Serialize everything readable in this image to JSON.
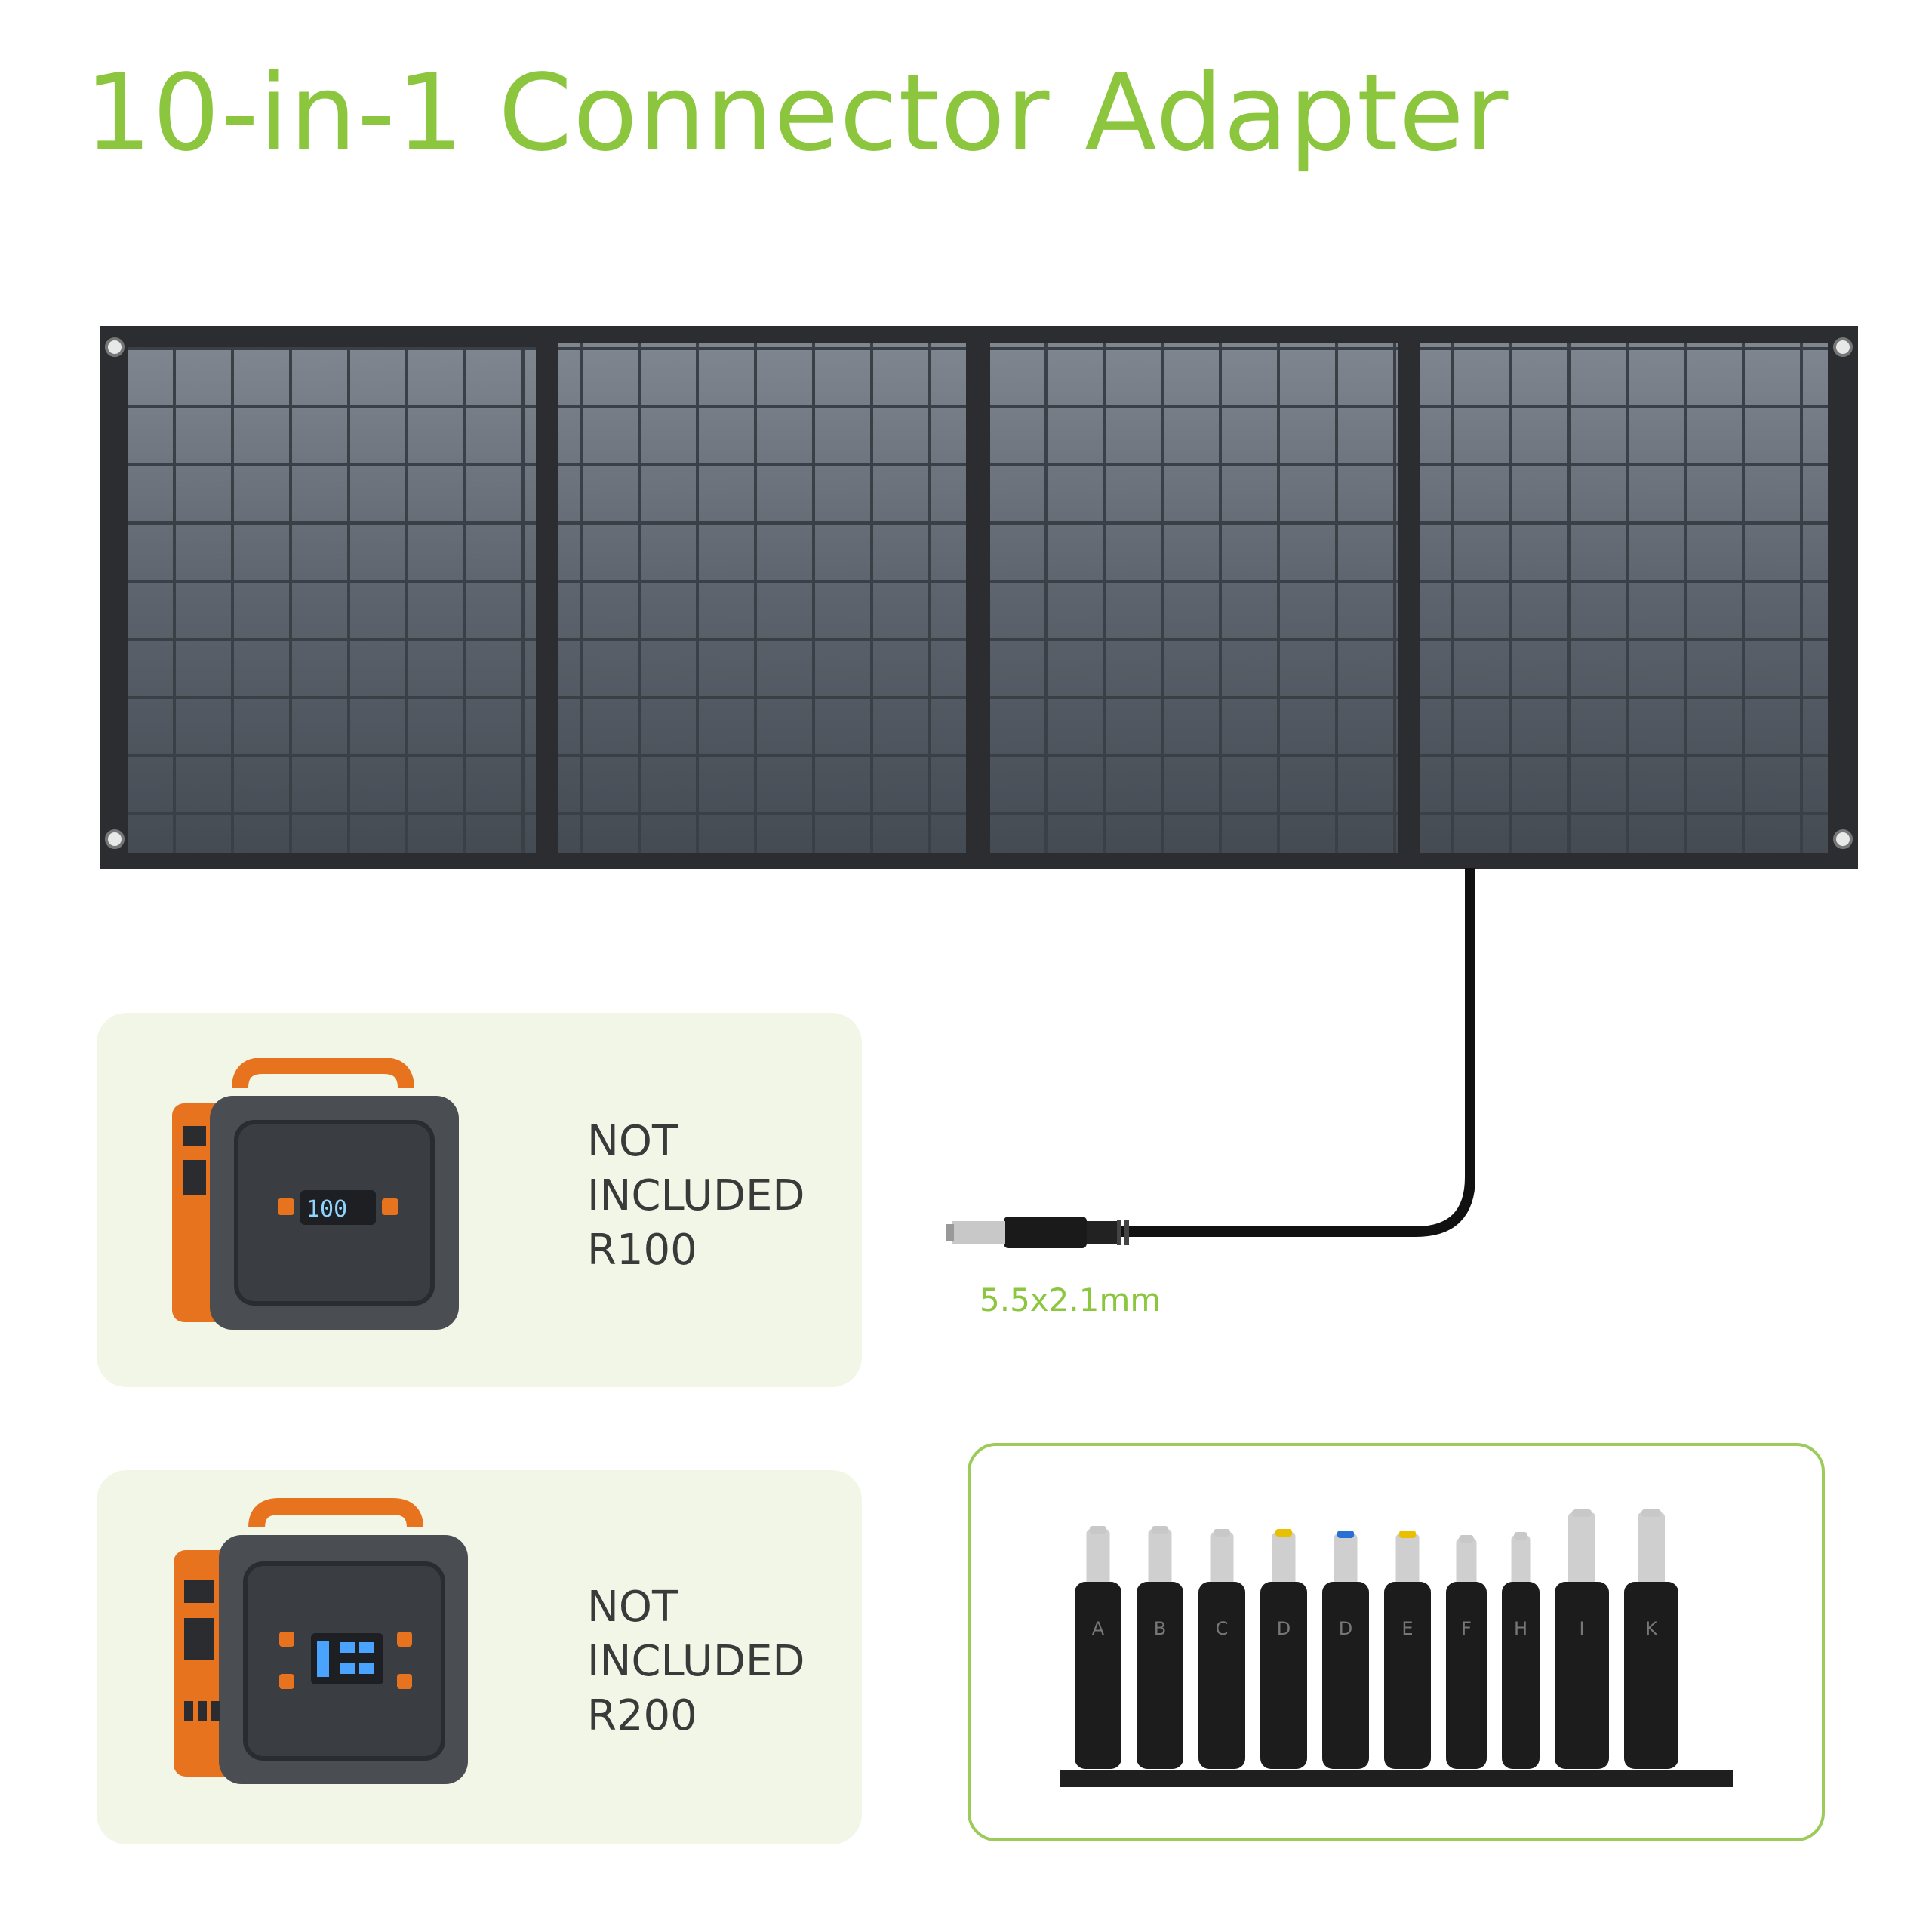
{
  "title": "10-in-1 Connector Adapter",
  "connector": {
    "label": "5.5x2.1mm"
  },
  "cards": [
    {
      "line1": "NOT",
      "line2": "INCLUDED",
      "model": "R100",
      "display": "100"
    },
    {
      "line1": "NOT",
      "line2": "INCLUDED",
      "model": "R200"
    }
  ],
  "adapters": [
    "A",
    "B",
    "C",
    "D",
    "D",
    "E",
    "F",
    "H",
    "I",
    "K"
  ],
  "colors": {
    "accent": "#8cc63f",
    "card_bg": "#f1f6e6",
    "panel": "#3a3e44",
    "orange": "#e8731f"
  }
}
